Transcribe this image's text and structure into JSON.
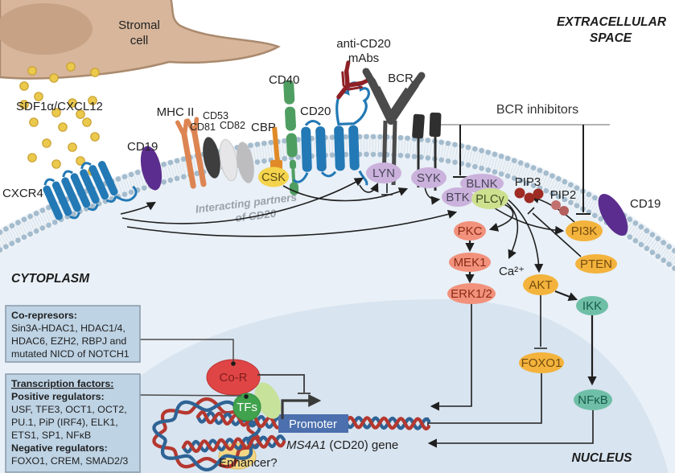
{
  "regions": {
    "extracellular_1": "EXTRACELLULAR",
    "extracellular_2": "SPACE",
    "cytoplasm": "CYTOPLASM",
    "nucleus": "NUCLEUS"
  },
  "stromal_cell": {
    "line1": "Stromal",
    "line2": "cell"
  },
  "ligands": {
    "sdf1": "SDF1α/CXCL12"
  },
  "membrane_proteins": {
    "cxcr4": "CXCR4",
    "cd19_left": "CD19",
    "mhc2": "MHC II",
    "cd53": "CD53",
    "cd81": "CD81",
    "cd82": "CD82",
    "cbp": "CBP",
    "csk": "CSK",
    "cd40": "CD40",
    "cd20": "CD20",
    "cd19_right": "CD19"
  },
  "antibodies": {
    "anti_cd20_1": "anti-CD20",
    "anti_cd20_2": "mAbs",
    "bcr": "BCR"
  },
  "annotations": {
    "interacting_1": "Interacting partners",
    "interacting_2": "of CD20",
    "bcr_inhibitors": "BCR inhibitors"
  },
  "signaling_nodes": {
    "lyn": "LYN",
    "syk": "SYK",
    "blnk": "BLNK",
    "btk": "BTK",
    "plcy": "PLCγ",
    "pip3": "PIP3",
    "pip2": "PIP2",
    "pkc": "PKC",
    "mek1": "MEK1",
    "erk": "ERK1/2",
    "ca": "Ca²⁺",
    "akt": "AKT",
    "pi3k": "PI3K",
    "pten": "PTEN",
    "ikk": "IKK",
    "foxo1": "FOXO1",
    "nfkb": "NFκB"
  },
  "corepressor_box": {
    "title": "Co-represors:",
    "lines": [
      "Sin3A-HDAC1, HDAC1/4,",
      "HDAC6, EZH2, RBPJ and",
      "mutated NICD of NOTCH1"
    ]
  },
  "tf_box": {
    "title": "Transcription factors:",
    "positive_title": "Positive regulators:",
    "positive_lines": [
      "USF, TFE3, OCT1, OCT2,",
      "PU.1, PiP (IRF4), ELK1,",
      "ETS1, SP1, NFκB"
    ],
    "negative_title": "Negative regulators:",
    "negative_lines": [
      "FOXO1, CREM, SMAD2/3"
    ]
  },
  "nucleus_items": {
    "cor": "Co-R",
    "tfs": "TFs",
    "promoter": "Promoter",
    "gene_name": "MS4A1",
    "gene_suffix": " (CD20) gene",
    "enhancer": "Enhancer?"
  },
  "colors": {
    "receptor_blue": "#2379b5",
    "cd19_purple": "#5b2d8e",
    "kinase_purple": "#cab2dc",
    "plcy_green": "#cde08e",
    "mapk_salmon": "#f2917c",
    "amber": "#f3b33c",
    "teal": "#6fbfa7",
    "corepressor_red": "#e04545",
    "tf_green": "#41a24e",
    "promoter_blue": "#4c6fad",
    "dna_red": "#b5382f",
    "dna_blue": "#2f6395",
    "stromal_tan": "#d7b69b",
    "ligand_yellow": "#eac94c",
    "info_box_blue": "#bed3e4",
    "cytoplasm_bg": "#e9f0f7",
    "nucleus_bg": "#d8e4f0"
  }
}
